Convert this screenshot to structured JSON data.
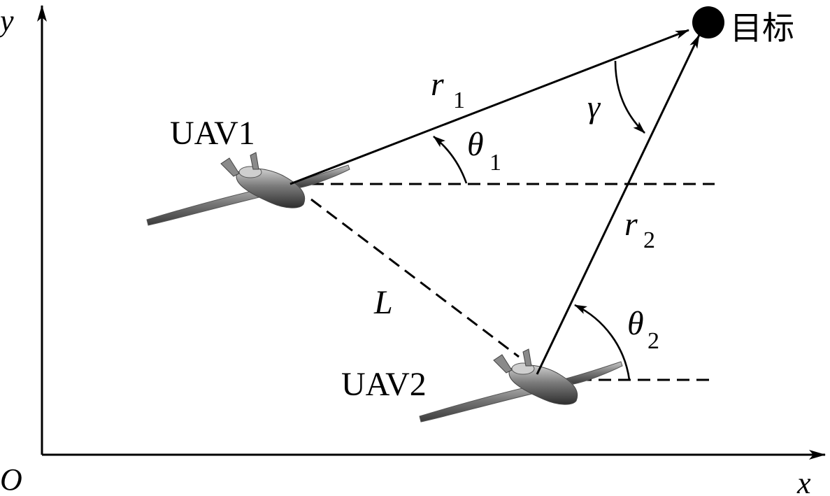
{
  "axes": {
    "origin_label": "O",
    "x_label": "x",
    "y_label": "y"
  },
  "target": {
    "label": "目标"
  },
  "uav1": {
    "label": "UAV1"
  },
  "uav2": {
    "label": "UAV2"
  },
  "edges": {
    "r1": {
      "symbol": "r",
      "subscript": "1"
    },
    "r2": {
      "symbol": "r",
      "subscript": "2"
    },
    "L": {
      "symbol": "L"
    }
  },
  "angles": {
    "theta1": {
      "symbol": "θ",
      "subscript": "1"
    },
    "theta2": {
      "symbol": "θ",
      "subscript": "2"
    },
    "gamma": {
      "symbol": "γ"
    }
  },
  "colors": {
    "ink": "#000000",
    "aircraft_body": "#6e6e6e",
    "aircraft_highlight": "#b5b5b5",
    "aircraft_shadow": "#2f2f2f"
  }
}
